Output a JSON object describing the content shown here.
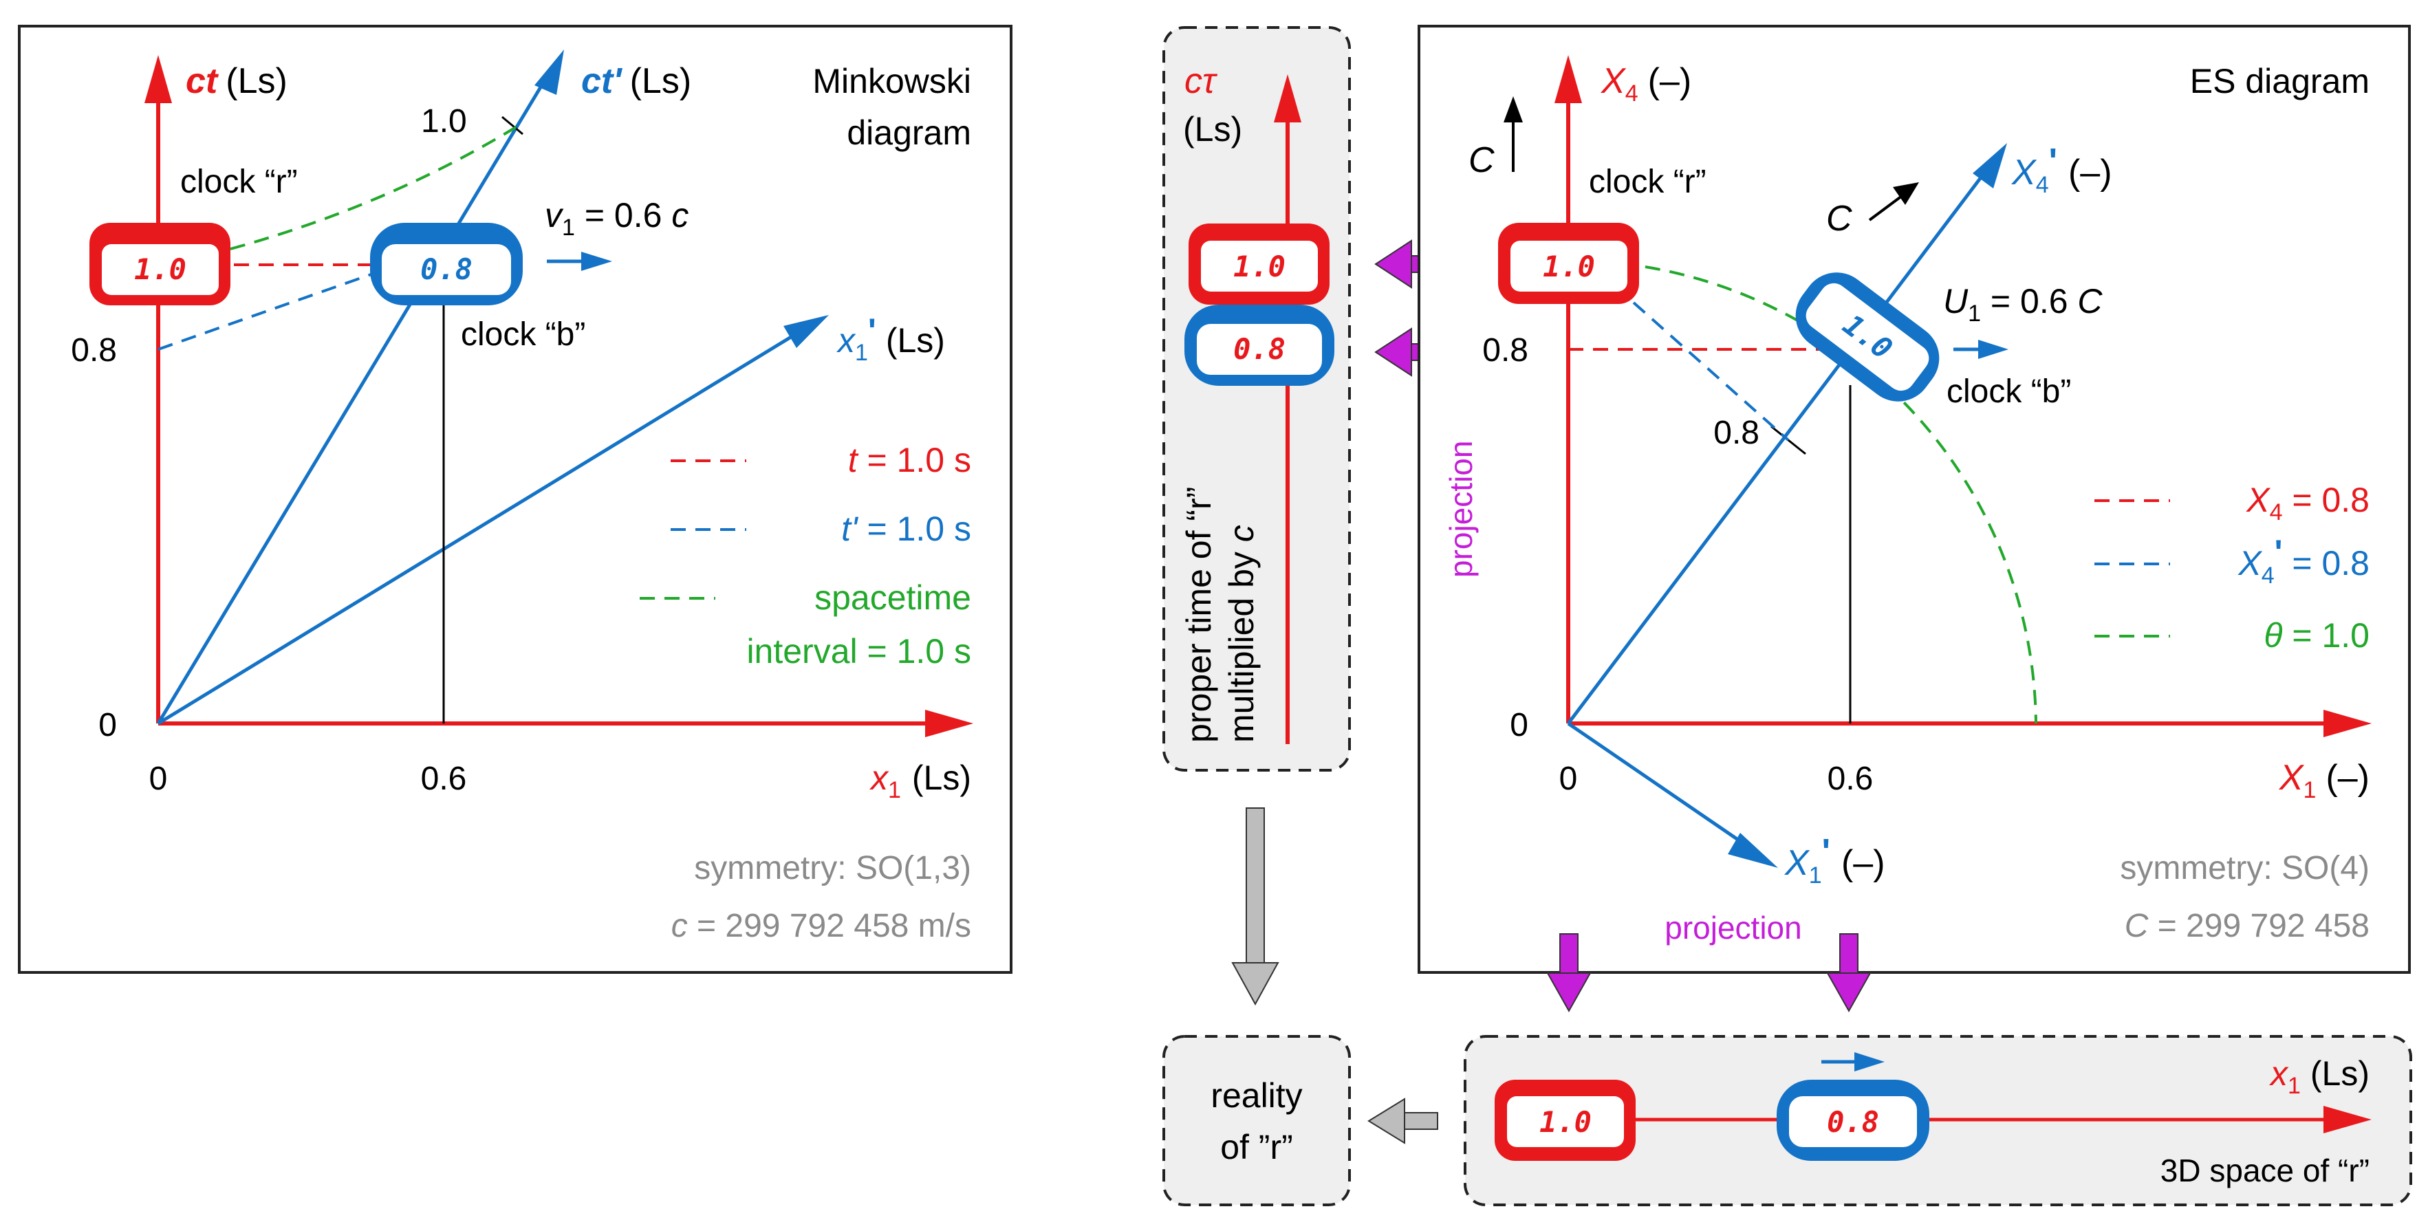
{
  "colors": {
    "red": "#e8191c",
    "blue": "#1473c6",
    "green": "#22a82b",
    "magenta": "#c41ed8",
    "gray_text": "#8a8a8a",
    "panel_fill": "#efefef",
    "arrow_gray": "#bdbdbd"
  },
  "minkowski": {
    "title_line1": "Minkowski",
    "title_line2": "diagram",
    "y_axis_var": "ct",
    "y_axis_unit": "(Ls)",
    "x_axis_var": "x",
    "x_axis_sub": "1",
    "x_axis_unit": "(Ls)",
    "ctp_var": "ct'",
    "ctp_unit": "(Ls)",
    "x1p_var": "x",
    "x1p_sub": "1",
    "x1p_prime": "'",
    "x1p_unit": "(Ls)",
    "tick_08": "0.8",
    "tick_0y": "0",
    "tick_0x": "0",
    "tick_06": "0.6",
    "tick_10": "1.0",
    "clock_r_label": "clock “r”",
    "clock_b_label": "clock “b”",
    "clock_r_value": "1.0",
    "clock_b_value": "0.8",
    "velocity_var": "v",
    "velocity_sub": "1",
    "velocity_rest": " = 0.6 ",
    "velocity_c": "c",
    "legend": [
      {
        "var": "t",
        "rest": " = 1.0 s",
        "color": "#e8191c"
      },
      {
        "var": "t'",
        "rest": " = 1.0 s",
        "color": "#1473c6"
      },
      {
        "var": "",
        "rest": "spacetime",
        "color": "#22a82b"
      },
      {
        "var": "",
        "rest": "interval = 1.0 s",
        "color": "#22a82b"
      }
    ],
    "symmetry": "symmetry: SO(1,3)",
    "c_var": "c",
    "c_value": " = 299 792 458 m/s"
  },
  "proper_time_panel": {
    "var": "cτ",
    "unit": "(Ls)",
    "clock_r_value": "1.0",
    "clock_b_value": "0.8",
    "vertical_line1": "proper time of “r”",
    "vertical_line2": "multiplied by ",
    "vertical_c": "c"
  },
  "es": {
    "title": "ES diagram",
    "y_axis_var": "X",
    "y_axis_sub": "4",
    "y_axis_unit": "(–)",
    "x_axis_var": "X",
    "x_axis_sub": "1",
    "x_axis_unit": "(–)",
    "x4p_var": "X",
    "x4p_sub": "4",
    "x4p_unit": "(–)",
    "x1p_var": "X",
    "x1p_sub": "1",
    "x1p_unit": "(–)",
    "C_label": "C",
    "tick_08": "0.8",
    "tick_0y": "0",
    "tick_0x": "0",
    "tick_06": "0.6",
    "tick_08_diag": "0.8",
    "clock_r_label": "clock “r”",
    "clock_b_label": "clock “b”",
    "clock_r_value": "1.0",
    "clock_b_value": "1.0",
    "velocity_var": "U",
    "velocity_sub": "1",
    "velocity_rest": " = 0.6 ",
    "velocity_C": "C",
    "projection_vertical": "projection",
    "projection_horizontal": "projection",
    "legend": [
      {
        "var": "X",
        "sub": "4",
        "prime": "",
        "rest": " = 0.8",
        "color": "#e8191c"
      },
      {
        "var": "X",
        "sub": "4",
        "prime": "'",
        "rest": " = 0.8",
        "color": "#1473c6"
      },
      {
        "var": "θ",
        "sub": "",
        "prime": "",
        "rest": " = 1.0",
        "color": "#22a82b"
      }
    ],
    "symmetry": "symmetry: SO(4)",
    "C_var": "C",
    "C_value": " = 299 792 458"
  },
  "reality_panel": {
    "line1": "reality",
    "line2": "of ”r”"
  },
  "space_panel": {
    "axis_var": "x",
    "axis_sub": "1",
    "axis_unit": "(Ls)",
    "caption": "3D space of “r”",
    "clock_r_value": "1.0",
    "clock_b_value": "0.8"
  }
}
